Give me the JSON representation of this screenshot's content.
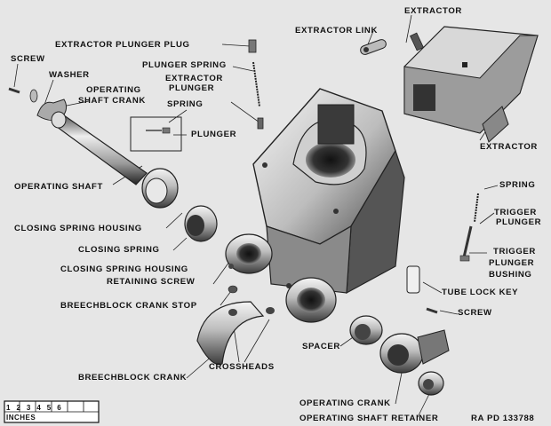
{
  "labels": {
    "extractor_top": "EXTRACTOR",
    "extractor_link": "EXTRACTOR LINK",
    "extractor_plunger_plug": "EXTRACTOR PLUNGER PLUG",
    "screw_top": "SCREW",
    "washer": "WASHER",
    "plunger_spring": "PLUNGER SPRING",
    "extractor_plunger_1": "EXTRACTOR",
    "extractor_plunger_2": "PLUNGER",
    "operating_shaft_crank_1": "OPERATING",
    "operating_shaft_crank_2": "SHAFT CRANK",
    "spring_top": "SPRING",
    "plunger": "PLUNGER",
    "extractor_right": "EXTRACTOR",
    "operating_shaft": "OPERATING SHAFT",
    "spring_right": "SPRING",
    "trigger_plunger_1": "TRIGGER",
    "trigger_plunger_2": "PLUNGER",
    "closing_spring_housing": "CLOSING SPRING HOUSING",
    "closing_spring": "CLOSING SPRING",
    "trigger_plunger_bushing_1": "TRIGGER",
    "trigger_plunger_bushing_2": "PLUNGER",
    "trigger_plunger_bushing_3": "BUSHING",
    "closing_spring_housing_retaining_screw_1": "CLOSING SPRING HOUSING",
    "closing_spring_housing_retaining_screw_2": "RETAINING SCREW",
    "tube_lock_key": "TUBE LOCK KEY",
    "breechblock_crank_stop": "BREECHBLOCK CRANK STOP",
    "screw_right": "SCREW",
    "spacer": "SPACER",
    "crossheads": "CROSSHEADS",
    "breechblock_crank": "BREECHBLOCK CRANK",
    "operating_crank": "OPERATING CRANK",
    "operating_shaft_retainer": "OPERATING SHAFT RETAINER",
    "figure_code": "RA PD 133788"
  },
  "scale": {
    "numbers": "123456",
    "unit": "INCHES"
  },
  "colors": {
    "background": "#e6e6e6",
    "metal_light": "#f2f2f2",
    "metal_mid": "#a8a8a8",
    "metal_dark": "#2a2a2a",
    "ink": "#111111"
  }
}
